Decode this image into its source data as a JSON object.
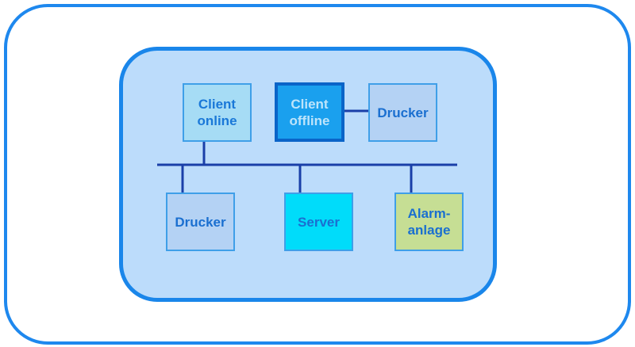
{
  "diagram": {
    "nodes": {
      "client_online": "Client\nonline",
      "client_offline": "Client\noffline",
      "drucker_top": "Drucker",
      "drucker_bottom": "Drucker",
      "server": "Server",
      "alarm": "Alarm-\nanlage"
    },
    "colors": {
      "frame_border": "#1e88ee",
      "zone_fill": "#bcdcfb",
      "link_line": "#1a3fa8",
      "client_online_fill": "#a6dcf5",
      "client_offline_fill": "#1aa0ee",
      "drucker_fill": "#b4d2f4",
      "server_fill": "#00dcfa",
      "alarm_fill": "#c6de94"
    }
  }
}
